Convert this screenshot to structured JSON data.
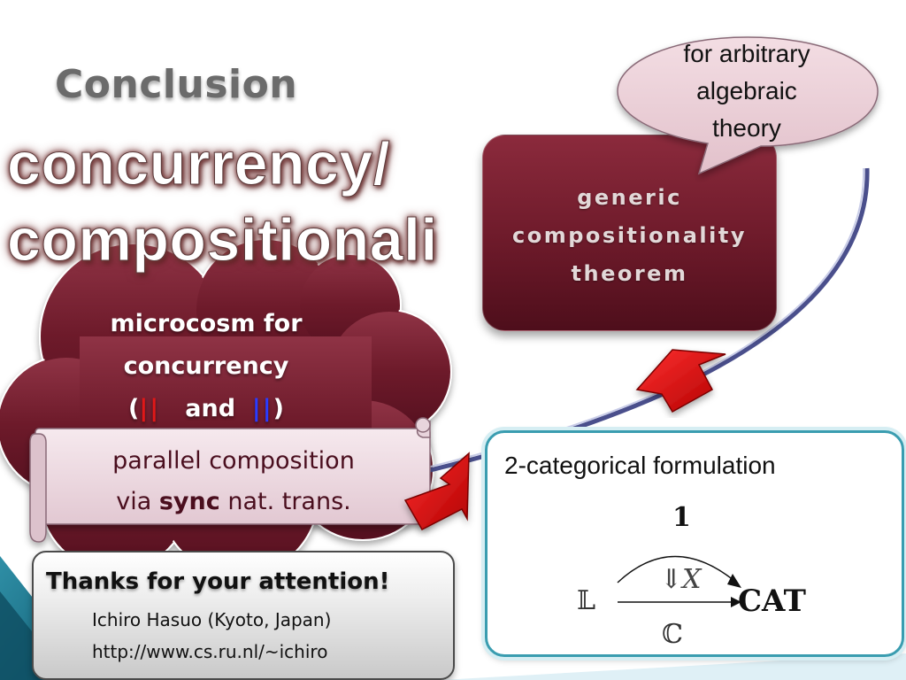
{
  "slide": {
    "title": "Conclusion",
    "big_lines": [
      "concurrency/",
      "compositionali"
    ],
    "generic_box": {
      "lines": [
        "generic",
        "compositionality",
        "theorem"
      ]
    },
    "speech_bubble": {
      "lines": [
        "for arbitrary",
        "algebraic",
        "theory"
      ]
    },
    "microcosm": {
      "line1": "microcosm for",
      "line2": "concurrency",
      "open_paren": "(",
      "red_bars": "||",
      "and_word": "and",
      "blue_bars": "||",
      "close_paren": ")"
    },
    "scroll": {
      "line1": "parallel composition",
      "via": "via ",
      "sync": "sync",
      "rest": " nat. trans."
    },
    "thanks": {
      "title": "Thanks for your attention!",
      "author": "Ichiro Hasuo (Kyoto, Japan)",
      "url": "http://www.cs.ru.nl/~ichiro"
    },
    "categorical": {
      "heading": "2-categorical formulation",
      "top_label": "1",
      "left_label": "𝕃",
      "transform_label": "⇓X",
      "right_label": "CAT",
      "bottom_label": "ℂ"
    },
    "colors": {
      "maroon": "#6d1a2a",
      "accent_red": "#e01818",
      "accent_blue": "#2a3cff",
      "teal_border": "#3a9db0"
    }
  }
}
